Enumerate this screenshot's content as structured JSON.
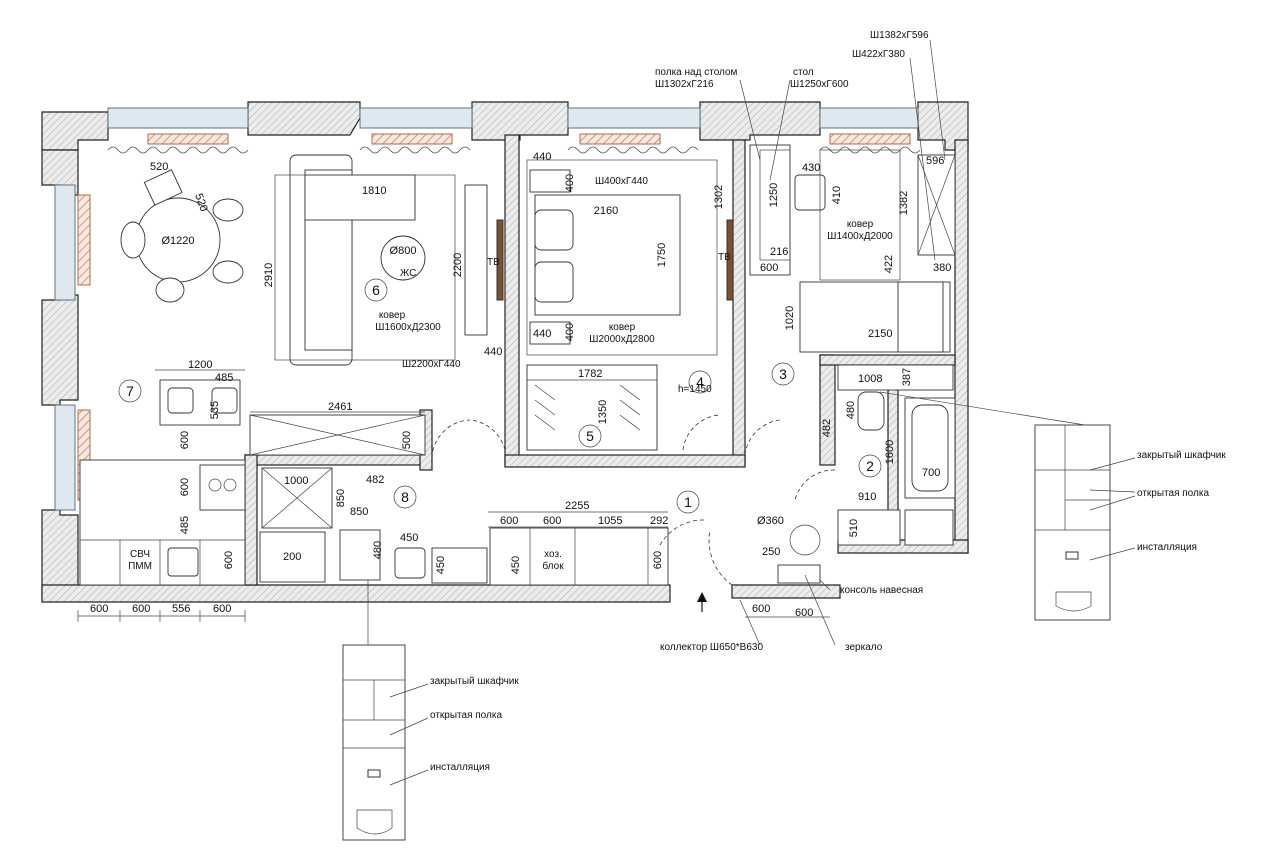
{
  "rooms": [
    {
      "num": "1"
    },
    {
      "num": "2"
    },
    {
      "num": "3"
    },
    {
      "num": "4"
    },
    {
      "num": "5"
    },
    {
      "num": "6"
    },
    {
      "num": "7"
    },
    {
      "num": "8"
    }
  ],
  "labels": {
    "tv1": "ТВ",
    "tv2": "ТВ",
    "zhs": "ЖС",
    "carpet6_a": "ковер",
    "carpet6_b": "Ш1600хД2300",
    "carpet4_a": "ковер",
    "carpet4_b": "Ш2000хД2800",
    "carpet3_a": "ковер",
    "carpet3_b": "Ш1400хД2000",
    "svch_a": "СВЧ",
    "svch_b": "ПММ",
    "hoz_a": "хоз.",
    "hoz_b": "блок",
    "shelf_over_table_a": "полка над столом",
    "shelf_over_table_b": "Ш1302хГ216",
    "table_a": "стол",
    "table_b": "Ш1250хГ600",
    "w1382": "Ш1382хГ596",
    "w422": "Ш422хГ380",
    "w400": "Ш400хГ440",
    "w2200": "Ш2200хГ440",
    "h1450": "h=1450",
    "kollektor": "коллектор Ш650*В630",
    "konsol": "консоль навесная",
    "zerkalo": "зеркало",
    "right_cab": "закрытый шкафчик",
    "right_shelf": "открытая полка",
    "right_inst": "инсталляция",
    "bottom_cab": "закрытый шкафчик",
    "bottom_shelf": "открытая полка",
    "bottom_inst": "инсталляция"
  },
  "dims": {
    "d520a": "520",
    "d520b": "520",
    "d1220": "Ø1220",
    "d1810": "1810",
    "d2910": "2910",
    "d800": "Ø800",
    "d2200": "2200",
    "d440a": "440",
    "d440b": "440",
    "d440c": "440",
    "d400a": "400",
    "d400b": "400",
    "d2160": "2160",
    "d1750": "1750",
    "d1302": "1302",
    "d1250": "1250",
    "d216": "216",
    "d600a": "600",
    "d430": "430",
    "d410": "410",
    "d596": "596",
    "d1382": "1382",
    "d422": "422",
    "d380": "380",
    "d1020": "1020",
    "d2150": "2150",
    "d1200": "1200",
    "d485a": "485",
    "d535": "535",
    "d2461": "2461",
    "d500": "500",
    "d600b": "600",
    "d600c": "600",
    "d485b": "485",
    "d1782": "1782",
    "d1350": "1350",
    "d1008": "1008",
    "d387": "387",
    "d480a": "480",
    "d482a": "482",
    "d1600": "1600",
    "d700": "700",
    "d910": "910",
    "d510": "510",
    "d1000": "1000",
    "d850a": "850",
    "d850b": "850",
    "d482b": "482",
    "d200": "200",
    "d480b": "480",
    "d450a": "450",
    "d450b": "450",
    "d450c": "450",
    "d2255": "2255",
    "d600d": "600",
    "d600e": "600",
    "d1055": "1055",
    "d292": "292",
    "d600f": "600",
    "d600g": "600",
    "d360": "Ø360",
    "d250": "250",
    "d600h": "600",
    "d600i": "600",
    "b600a": "600",
    "b600b": "600",
    "b556": "556",
    "b600c": "600"
  }
}
